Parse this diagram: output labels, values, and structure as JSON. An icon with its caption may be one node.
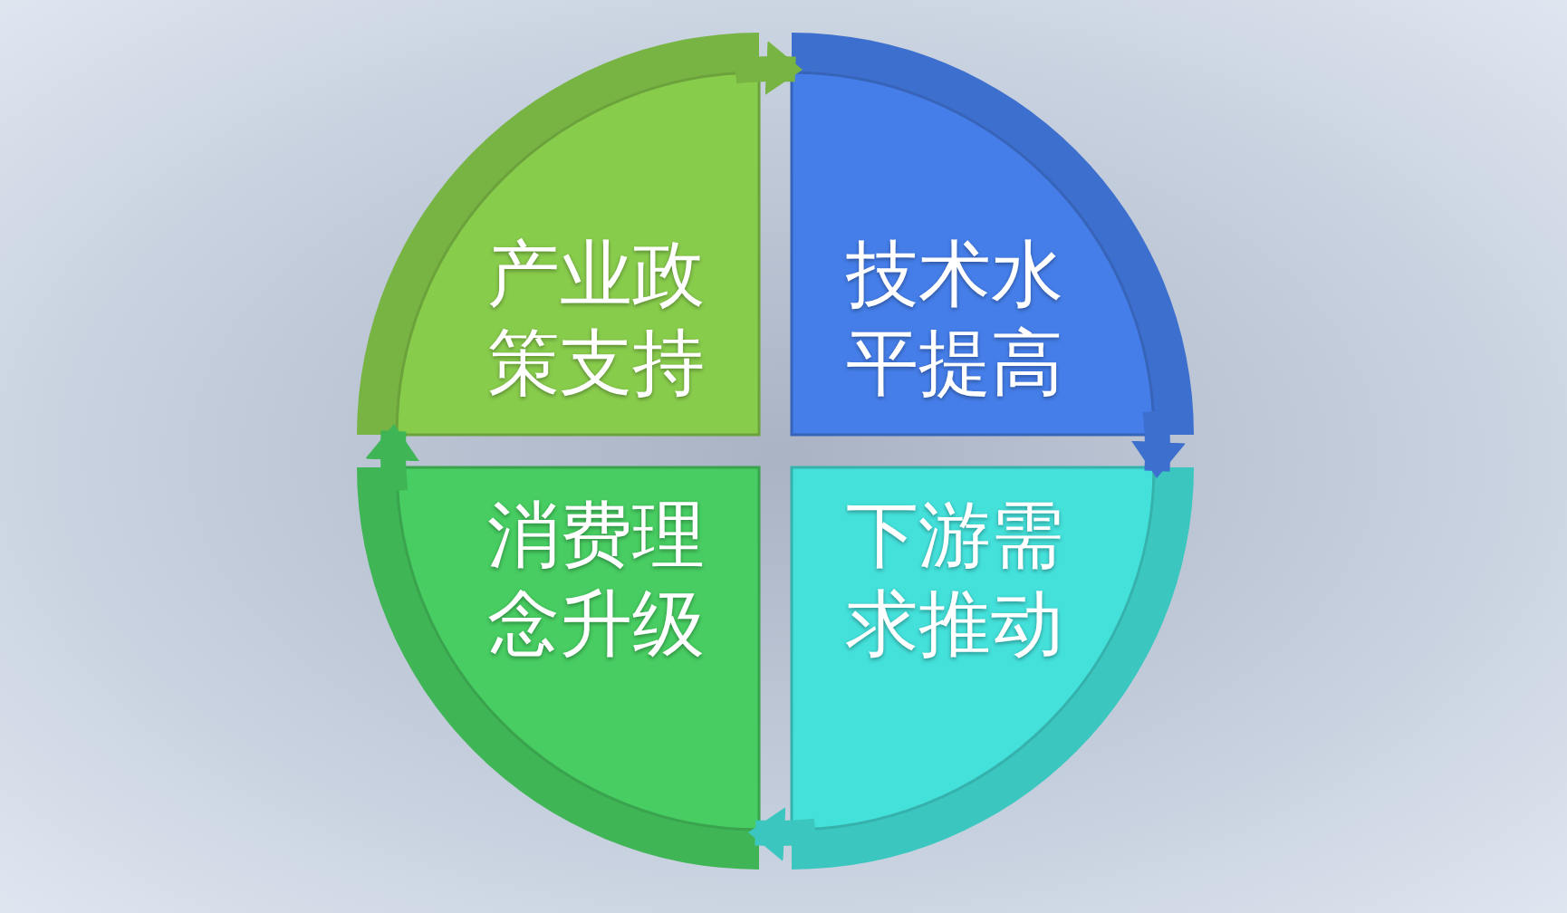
{
  "diagram": {
    "nodes": [
      {
        "text": [
          "产业政策支持"
        ]
      },
      {
        "text": [
          "技术水平提高"
        ]
      },
      {
        "text": [
          "消费理念升级"
        ]
      },
      {
        "text": [
          "下游需求推动"
        ]
      }
    ],
    "edges": [
      {
        "from": 0,
        "to": 1,
        "arrow": "to",
        "color": "#78b443"
      },
      {
        "from": 1,
        "to": 3,
        "arrow": "to",
        "color": "#3d6fce"
      },
      {
        "from": 3,
        "to": 2,
        "arrow": "to",
        "color": "#3cc6c0"
      },
      {
        "from": 2,
        "to": 0,
        "arrow": "to",
        "color": "#3fb556"
      }
    ]
  }
}
